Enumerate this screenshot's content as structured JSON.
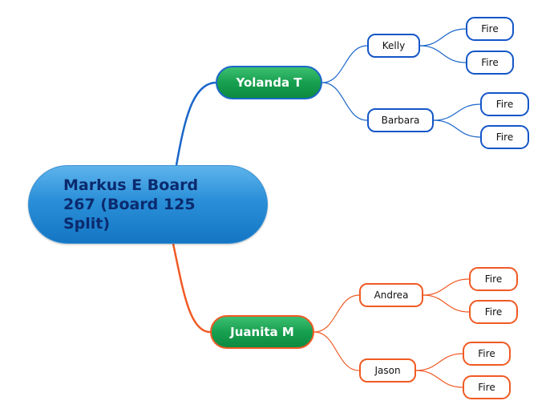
{
  "root": {
    "label": "Markus E Board 267 (Board 125 Split)"
  },
  "branches": [
    {
      "label": "Yolanda T",
      "children": [
        {
          "label": "Kelly",
          "children": [
            "Fire",
            "Fire"
          ]
        },
        {
          "label": "Barbara",
          "children": [
            "Fire",
            "Fire"
          ]
        }
      ]
    },
    {
      "label": "Juanita M",
      "children": [
        {
          "label": "Andrea",
          "children": [
            "Fire",
            "Fire"
          ]
        },
        {
          "label": "Jason",
          "children": [
            "Fire",
            "Fire"
          ]
        }
      ]
    }
  ],
  "colors": {
    "top_branch": "#1a66c9",
    "bottom_branch": "#f05a24",
    "main_fill": "#17a050",
    "root_fill": "#2a8fd8",
    "root_text": "#0b2a6e"
  }
}
